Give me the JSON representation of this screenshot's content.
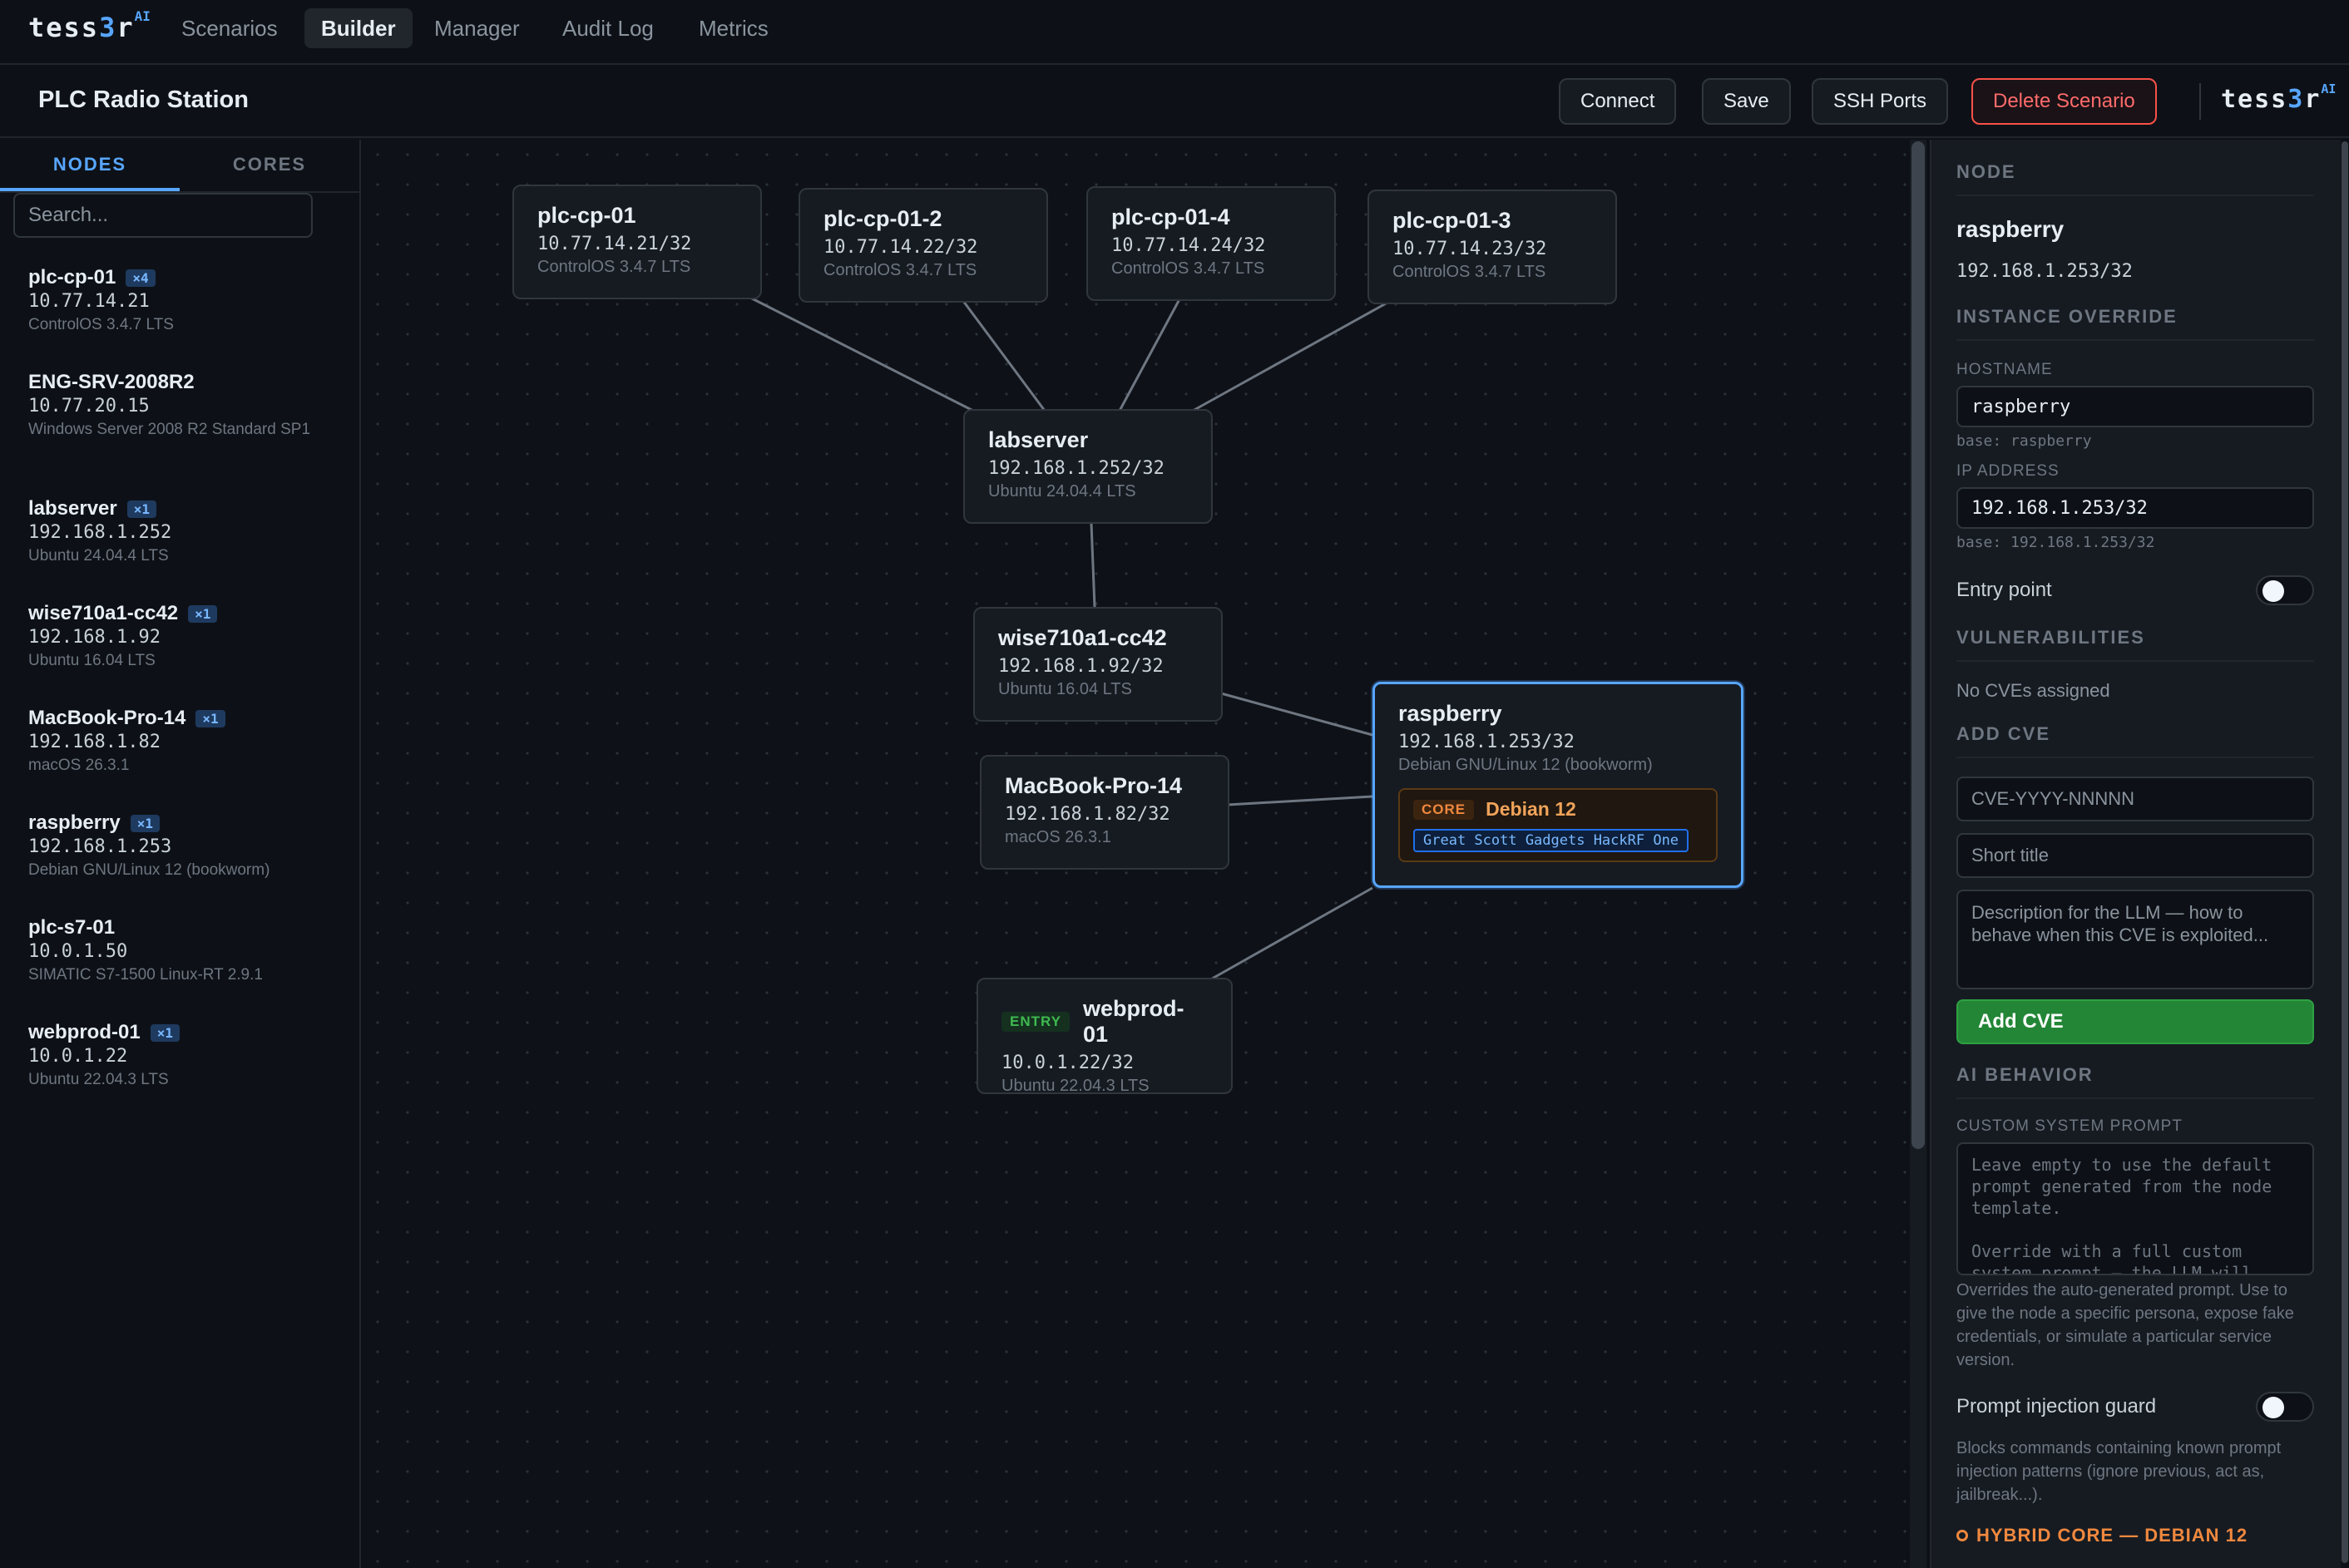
{
  "brand": {
    "logo_main": "tess",
    "logo_hl": "3",
    "logo_end": "r",
    "logo_sup": "AI"
  },
  "nav": {
    "tabs": [
      "Scenarios",
      "Builder",
      "Manager",
      "Audit Log",
      "Metrics"
    ],
    "active": "Builder"
  },
  "header": {
    "title": "PLC Radio Station",
    "buttons": {
      "connect": "Connect",
      "save": "Save",
      "ssh_ports": "SSH Ports",
      "delete": "Delete Scenario"
    }
  },
  "sidebar": {
    "tabs": [
      "NODES",
      "CORES"
    ],
    "search_placeholder": "Search...",
    "items": [
      {
        "name": "plc-cp-01",
        "badge": "×4",
        "ip": "10.77.14.21",
        "os": "ControlOS 3.4.7 LTS"
      },
      {
        "name": "ENG-SRV-2008R2",
        "badge": "",
        "ip": "10.77.20.15",
        "os": "Windows Server 2008 R2 Standard SP1"
      },
      {
        "name": "labserver",
        "badge": "×1",
        "ip": "192.168.1.252",
        "os": "Ubuntu 24.04.4 LTS"
      },
      {
        "name": "wise710a1-cc42",
        "badge": "×1",
        "ip": "192.168.1.92",
        "os": "Ubuntu 16.04 LTS"
      },
      {
        "name": "MacBook-Pro-14",
        "badge": "×1",
        "ip": "192.168.1.82",
        "os": "macOS 26.3.1"
      },
      {
        "name": "raspberry",
        "badge": "×1",
        "ip": "192.168.1.253",
        "os": "Debian GNU/Linux 12 (bookworm)"
      },
      {
        "name": "plc-s7-01",
        "badge": "",
        "ip": "10.0.1.50",
        "os": "SIMATIC S7-1500 Linux-RT 2.9.1"
      },
      {
        "name": "webprod-01",
        "badge": "×1",
        "ip": "10.0.1.22",
        "os": "Ubuntu 22.04.3 LTS"
      }
    ]
  },
  "canvas": {
    "nodes": {
      "plc1": {
        "name": "plc-cp-01",
        "ip": "10.77.14.21/32",
        "os": "ControlOS 3.4.7 LTS"
      },
      "plc2": {
        "name": "plc-cp-01-2",
        "ip": "10.77.14.22/32",
        "os": "ControlOS 3.4.7 LTS"
      },
      "plc4": {
        "name": "plc-cp-01-4",
        "ip": "10.77.14.24/32",
        "os": "ControlOS 3.4.7 LTS"
      },
      "plc3": {
        "name": "plc-cp-01-3",
        "ip": "10.77.14.23/32",
        "os": "ControlOS 3.4.7 LTS"
      },
      "lab": {
        "name": "labserver",
        "ip": "192.168.1.252/32",
        "os": "Ubuntu 24.04.4 LTS"
      },
      "wise": {
        "name": "wise710a1-cc42",
        "ip": "192.168.1.92/32",
        "os": "Ubuntu 16.04 LTS"
      },
      "mac": {
        "name": "MacBook-Pro-14",
        "ip": "192.168.1.82/32",
        "os": "macOS 26.3.1"
      },
      "rasp": {
        "name": "raspberry",
        "ip": "192.168.1.253/32",
        "os": "Debian GNU/Linux 12 (bookworm)",
        "core_badge": "CORE",
        "core_os": "Debian 12",
        "core_device": "Great Scott Gadgets HackRF One"
      },
      "web": {
        "name": "webprod-01",
        "ip": "10.0.1.22/32",
        "os": "Ubuntu 22.04.3 LTS",
        "entry_badge": "ENTRY"
      }
    }
  },
  "panel": {
    "section_node": "NODE",
    "node_name": "raspberry",
    "node_ip": "192.168.1.253/32",
    "section_override": "INSTANCE OVERRIDE",
    "hostname_label": "HOSTNAME",
    "hostname_value": "raspberry",
    "hostname_base": "base: raspberry",
    "ip_label": "IP ADDRESS",
    "ip_value": "192.168.1.253/32",
    "ip_base": "base: 192.168.1.253/32",
    "entry_point_label": "Entry point",
    "section_vulns": "VULNERABILITIES",
    "no_cves": "No CVEs assigned",
    "section_add_cve": "ADD CVE",
    "cve_id_placeholder": "CVE-YYYY-NNNNN",
    "cve_title_placeholder": "Short title",
    "cve_desc_placeholder": "Description for the LLM — how to behave when this CVE is exploited...",
    "add_cve_button": "Add CVE",
    "section_ai": "AI BEHAVIOR",
    "custom_prompt_label": "CUSTOM SYSTEM PROMPT",
    "custom_prompt_placeholder": "Leave empty to use the default prompt generated from the node template.\n\nOverride with a full custom system prompt — the LLM will",
    "custom_prompt_note": "Overrides the auto-generated prompt. Use to give the node a specific persona, expose fake credentials, or simulate a particular service version.",
    "injection_guard_label": "Prompt injection guard",
    "injection_guard_note": "Blocks commands containing known prompt injection patterns (ignore previous, act as, jailbreak...).",
    "hybrid_core": "HYBRID CORE — DEBIAN 12"
  }
}
